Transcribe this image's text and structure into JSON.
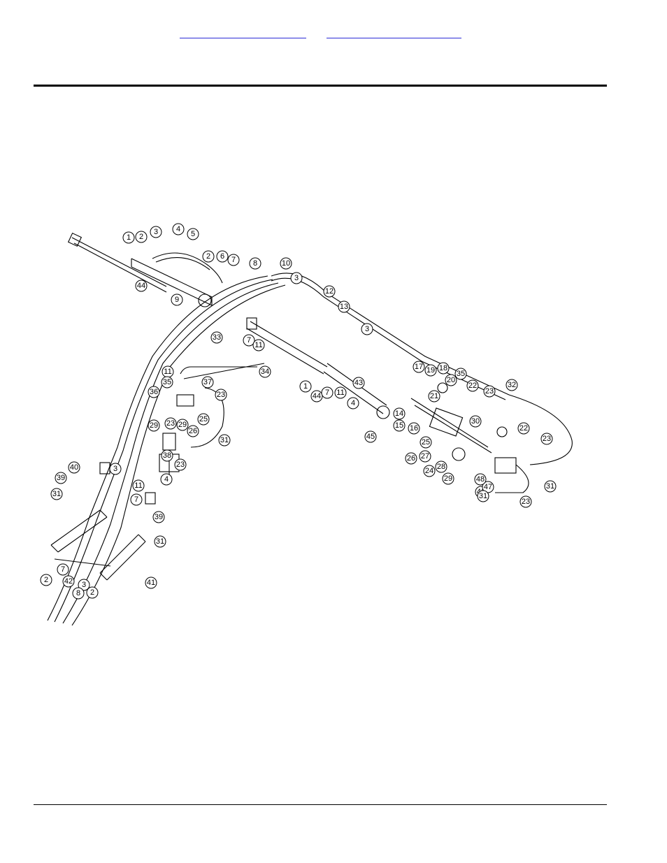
{
  "nav_links": [
    {
      "label": ""
    },
    {
      "label": ""
    }
  ],
  "diagram": {
    "callouts": [
      "1",
      "2",
      "3",
      "4",
      "5",
      "2",
      "6",
      "7",
      "8",
      "44",
      "9",
      "10",
      "3",
      "12",
      "13",
      "7",
      "11",
      "33",
      "3",
      "34",
      "1",
      "44",
      "7",
      "11",
      "43",
      "4",
      "11",
      "35",
      "37",
      "23",
      "36",
      "29",
      "23",
      "29",
      "25",
      "26",
      "31",
      "38",
      "23",
      "4",
      "17",
      "19",
      "18",
      "35",
      "20",
      "22",
      "23",
      "32",
      "21",
      "14",
      "15",
      "16",
      "25",
      "30",
      "45",
      "26",
      "27",
      "28",
      "24",
      "29",
      "22",
      "23",
      "46",
      "47",
      "48",
      "31",
      "31",
      "23",
      "40",
      "39",
      "31",
      "3",
      "11",
      "7",
      "39",
      "31",
      "7",
      "42",
      "3",
      "8",
      "2",
      "2",
      "41"
    ]
  }
}
